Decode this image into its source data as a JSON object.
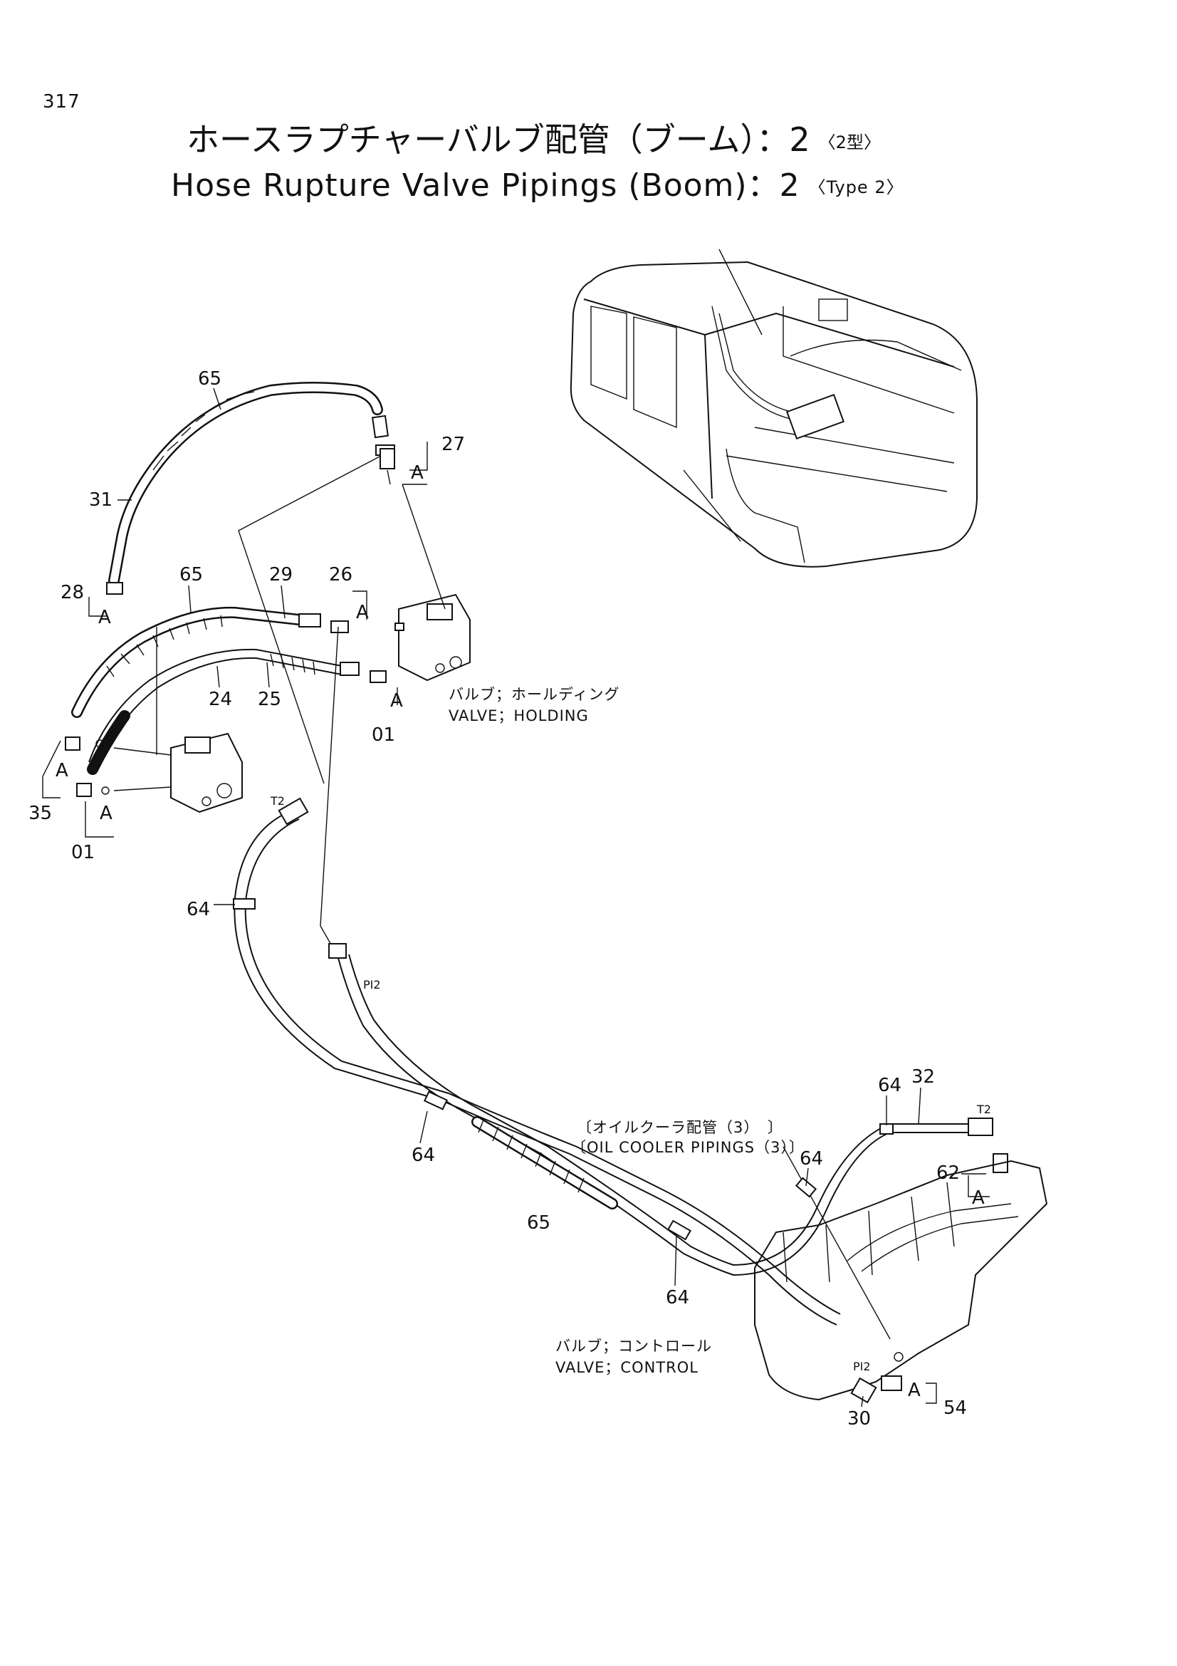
{
  "page_number": "317",
  "title": {
    "japanese": "ホースラプチャーバルブ配管（ブーム）：2",
    "japanese_type": "〈2型〉",
    "english": "Hose Rupture Valve Pipings (Boom)：2",
    "english_type": "〈Type 2〉"
  },
  "callouts": {
    "c65a": "65",
    "c27": "27",
    "c31": "31",
    "c28": "28",
    "c65b": "65",
    "c29": "29",
    "c26": "26",
    "c24": "24",
    "c25": "25",
    "c01a": "01",
    "c35": "35",
    "c01b": "01",
    "c64a": "64",
    "c64b": "64",
    "c65c": "65",
    "c64c": "64",
    "c64d": "64",
    "c32": "32",
    "c64e": "64",
    "c62": "62",
    "c54": "54",
    "c30": "30"
  },
  "section_marks": {
    "a1": "A",
    "a2": "A",
    "a3": "A",
    "a4": "A",
    "a5": "A",
    "a6": "A",
    "a7": "A",
    "a8": "A"
  },
  "port_labels": {
    "t2a": "T2",
    "t2b": "T2",
    "pi2a": "PI2",
    "pi2b": "PI2"
  },
  "captions": {
    "holding_jp": "バルブ；ホールディング",
    "holding_en": "VALVE；HOLDING",
    "control_jp": "バルブ；コントロール",
    "control_en": "VALVE；CONTROL",
    "cooler_jp": "〔オイルクーラ配管（3）　〕",
    "cooler_en": "〔OIL COOLER PIPINGS（3）〕"
  }
}
